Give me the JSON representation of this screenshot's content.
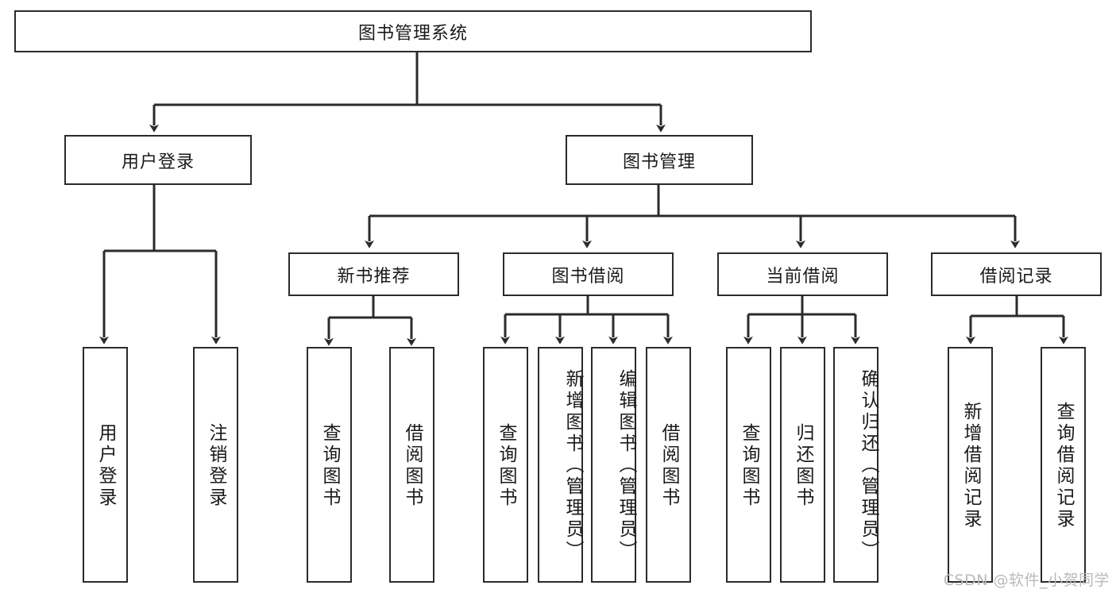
{
  "diagram": {
    "title": "图书管理系统",
    "type": "tree-hierarchy-diagram",
    "colors": {
      "box_border": "#2b2b2b",
      "box_fill": "#ffffff",
      "edge": "#2b2b2b",
      "text": "#1a1a1a",
      "watermark": "#b9b9b9",
      "background": "#ffffff"
    },
    "root": {
      "label": "图书管理系统"
    },
    "level2": [
      {
        "label": "用户登录"
      },
      {
        "label": "图书管理"
      }
    ],
    "level3": [
      {
        "label": "新书推荐"
      },
      {
        "label": "图书借阅"
      },
      {
        "label": "当前借阅"
      },
      {
        "label": "借阅记录"
      }
    ],
    "leaves": [
      {
        "label": "用户登录"
      },
      {
        "label": "注销登录"
      },
      {
        "label": "查询图书"
      },
      {
        "label": "借阅图书"
      },
      {
        "label": "查询图书"
      },
      {
        "label": "新增图书（管理员）"
      },
      {
        "label": "编辑图书（管理员）"
      },
      {
        "label": "借阅图书"
      },
      {
        "label": "查询图书"
      },
      {
        "label": "归还图书"
      },
      {
        "label": "确认归还（管理员）"
      },
      {
        "label": "新增借阅记录"
      },
      {
        "label": "查询借阅记录"
      }
    ]
  },
  "watermark": {
    "text": "CSDN @软件_小贺同学"
  }
}
